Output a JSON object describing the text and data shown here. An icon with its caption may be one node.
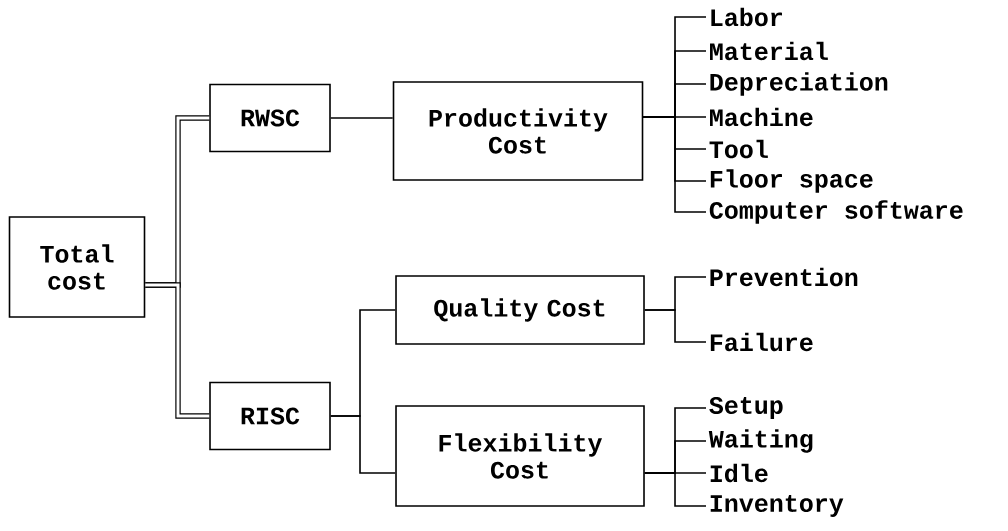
{
  "diagram": {
    "nodes": [
      {
        "text": [
          "Total cost"
        ]
      },
      {
        "text": [
          "RWSC"
        ]
      },
      {
        "text": [
          "Productivity Cost"
        ]
      },
      {
        "text": [
          "RISC"
        ]
      },
      {
        "text": [
          "Quality Cost"
        ]
      },
      {
        "text": [
          "Flexibility Cost"
        ]
      },
      {
        "text": [
          "Labor"
        ]
      },
      {
        "text": [
          "Material"
        ]
      },
      {
        "text": [
          "Depreciation"
        ]
      },
      {
        "text": [
          "Machine"
        ]
      },
      {
        "text": [
          "Tool"
        ]
      },
      {
        "text": [
          "Floor space"
        ]
      },
      {
        "text": [
          "Computer software"
        ]
      },
      {
        "text": [
          "Prevention"
        ]
      },
      {
        "text": [
          "Failure"
        ]
      },
      {
        "text": [
          "Setup"
        ]
      },
      {
        "text": [
          "Waiting"
        ]
      },
      {
        "text": [
          "Idle"
        ]
      },
      {
        "text": [
          "Inventory"
        ]
      }
    ],
    "edges": [
      {
        "from": 0,
        "to": 1,
        "arrow": "none",
        "style": "thick"
      },
      {
        "from": 0,
        "to": 3,
        "arrow": "none",
        "style": "thick"
      },
      {
        "from": 1,
        "to": 2,
        "arrow": "none"
      },
      {
        "from": 3,
        "to": 4,
        "arrow": "none"
      },
      {
        "from": 3,
        "to": 5,
        "arrow": "none"
      },
      {
        "from": 2,
        "to": 6,
        "arrow": "none"
      },
      {
        "from": 2,
        "to": 7,
        "arrow": "none"
      },
      {
        "from": 2,
        "to": 8,
        "arrow": "none"
      },
      {
        "from": 2,
        "to": 9,
        "arrow": "none"
      },
      {
        "from": 2,
        "to": 10,
        "arrow": "none"
      },
      {
        "from": 2,
        "to": 11,
        "arrow": "none"
      },
      {
        "from": 2,
        "to": 12,
        "arrow": "none"
      },
      {
        "from": 4,
        "to": 13,
        "arrow": "none"
      },
      {
        "from": 4,
        "to": 14,
        "arrow": "none"
      },
      {
        "from": 5,
        "to": 15,
        "arrow": "none"
      },
      {
        "from": 5,
        "to": 16,
        "arrow": "none"
      },
      {
        "from": 5,
        "to": 17,
        "arrow": "none"
      },
      {
        "from": 5,
        "to": 18,
        "arrow": "none"
      }
    ]
  }
}
